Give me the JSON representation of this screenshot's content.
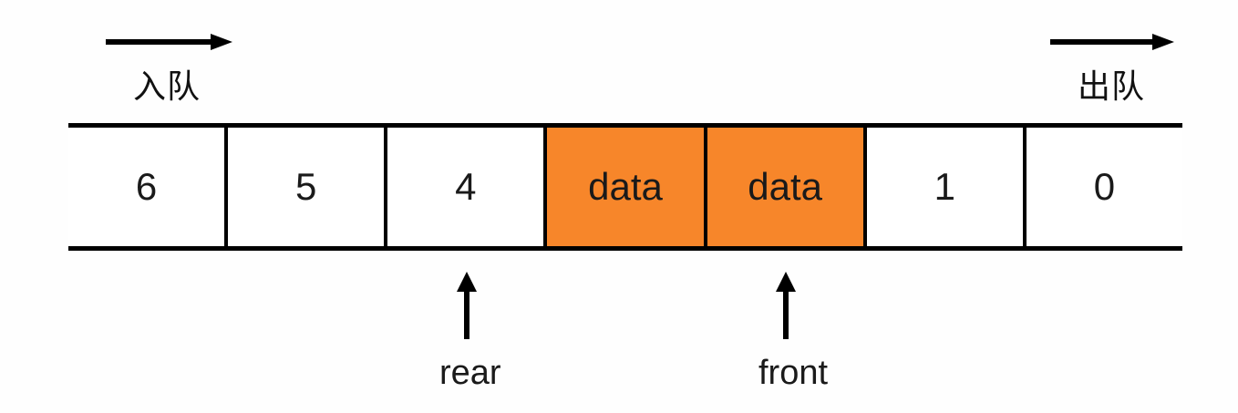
{
  "diagram": {
    "type": "circular-queue",
    "colors": {
      "filled_cell": "#f7862a",
      "border": "#000000",
      "text": "#1a1a1a",
      "background": "#fefefe"
    },
    "enqueue": {
      "label": "入队",
      "arrow_direction": "right"
    },
    "dequeue": {
      "label": "出队",
      "arrow_direction": "right"
    },
    "cells": [
      {
        "value": "6",
        "filled": false
      },
      {
        "value": "5",
        "filled": false
      },
      {
        "value": "4",
        "filled": false
      },
      {
        "value": "data",
        "filled": true
      },
      {
        "value": "data",
        "filled": true
      },
      {
        "value": "1",
        "filled": false
      },
      {
        "value": "0",
        "filled": false
      }
    ],
    "pointers": [
      {
        "label": "rear",
        "cell_index": 2
      },
      {
        "label": "front",
        "cell_index": 4
      }
    ]
  }
}
